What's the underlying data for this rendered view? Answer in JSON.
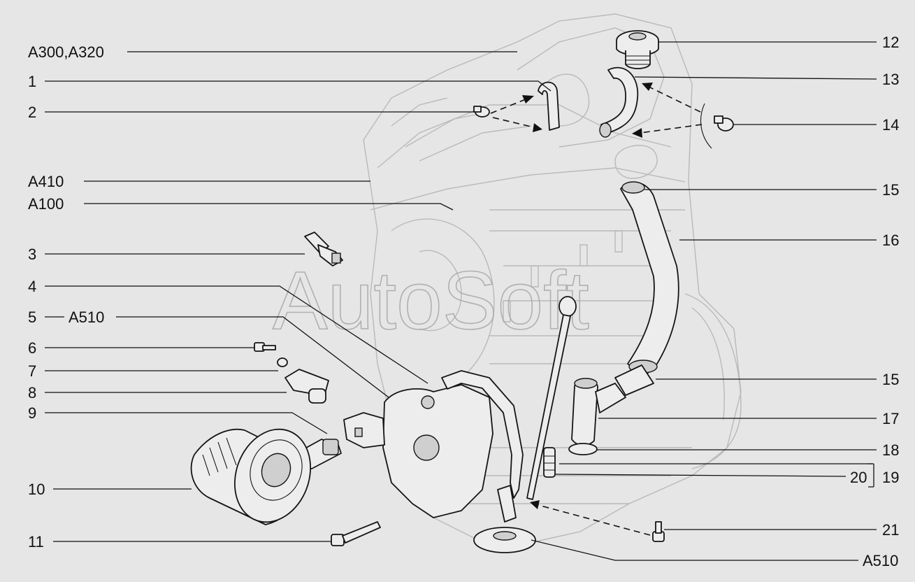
{
  "watermark": "AutoSoft",
  "callouts_left": [
    {
      "id": "A300-A320",
      "text": "A300,A320"
    },
    {
      "id": "1",
      "text": "1"
    },
    {
      "id": "2",
      "text": "2"
    },
    {
      "id": "A410",
      "text": "A410"
    },
    {
      "id": "A100",
      "text": "A100"
    },
    {
      "id": "3",
      "text": "3"
    },
    {
      "id": "4",
      "text": "4"
    },
    {
      "id": "5",
      "text": "5"
    },
    {
      "id": "A510-left",
      "text": "A510"
    },
    {
      "id": "6",
      "text": "6"
    },
    {
      "id": "7",
      "text": "7"
    },
    {
      "id": "8",
      "text": "8"
    },
    {
      "id": "9",
      "text": "9"
    },
    {
      "id": "10",
      "text": "10"
    },
    {
      "id": "11",
      "text": "11"
    }
  ],
  "callouts_right": [
    {
      "id": "12",
      "text": "12"
    },
    {
      "id": "13",
      "text": "13"
    },
    {
      "id": "14",
      "text": "14"
    },
    {
      "id": "15-top",
      "text": "15"
    },
    {
      "id": "16",
      "text": "16"
    },
    {
      "id": "15-bottom",
      "text": "15"
    },
    {
      "id": "17",
      "text": "17"
    },
    {
      "id": "18",
      "text": "18"
    },
    {
      "id": "20",
      "text": "20"
    },
    {
      "id": "19",
      "text": "19"
    },
    {
      "id": "21",
      "text": "21"
    },
    {
      "id": "A510-right",
      "text": "A510"
    }
  ]
}
